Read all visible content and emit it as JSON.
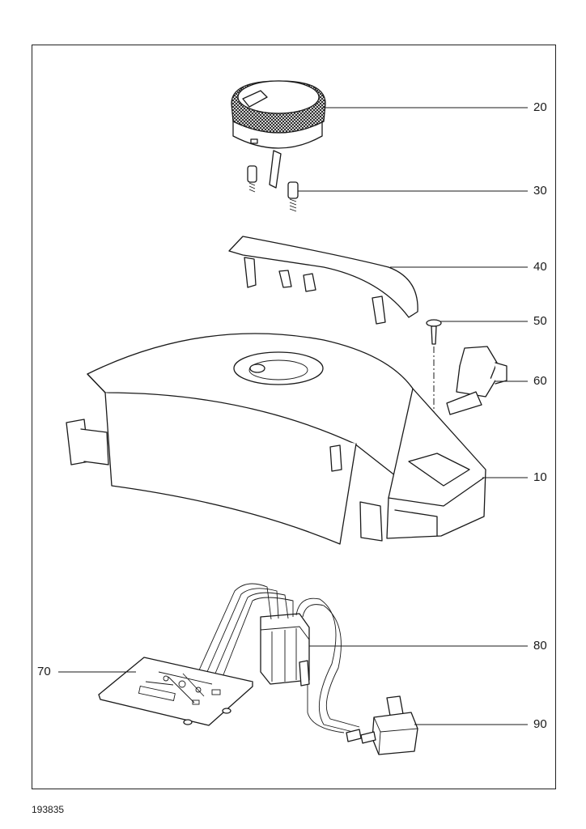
{
  "document_number": "193835",
  "callouts": [
    {
      "id": "20",
      "label": "20"
    },
    {
      "id": "30",
      "label": "30"
    },
    {
      "id": "40",
      "label": "40"
    },
    {
      "id": "50",
      "label": "50"
    },
    {
      "id": "60",
      "label": "60"
    },
    {
      "id": "10",
      "label": "10"
    },
    {
      "id": "80",
      "label": "80"
    },
    {
      "id": "70",
      "label": "70"
    },
    {
      "id": "90",
      "label": "90"
    }
  ]
}
